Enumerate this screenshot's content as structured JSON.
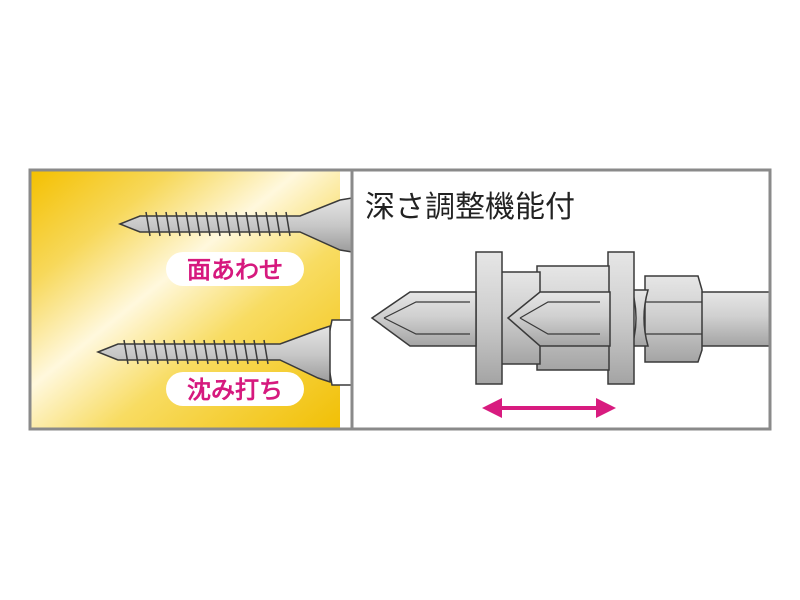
{
  "left_panel": {
    "surface_label": "面あわせ",
    "sunk_label": "沈み打ち"
  },
  "right_panel": {
    "title": "深さ調整機能付"
  },
  "colors": {
    "label_magenta": "#d6197e",
    "arrow_magenta": "#d81b7f",
    "border_gray": "#8a8a8a",
    "board_yellow": "#f2c200",
    "metal_gray": "#c9c9c9",
    "outline": "#3a3a3a"
  }
}
